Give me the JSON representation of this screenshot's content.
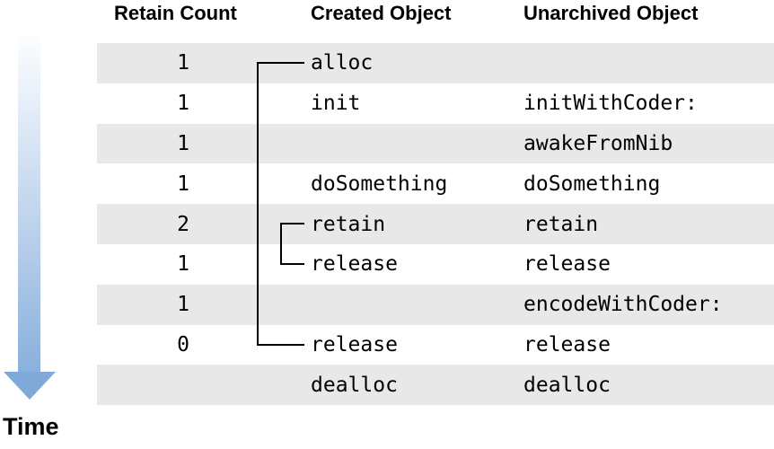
{
  "table": {
    "columns": [
      "Retain Count",
      "Created Object",
      "Unarchived Object"
    ],
    "rows": [
      {
        "retain_count": "1",
        "created": "alloc",
        "unarchived": ""
      },
      {
        "retain_count": "1",
        "created": "init",
        "unarchived": "initWithCoder:"
      },
      {
        "retain_count": "1",
        "created": "",
        "unarchived": "awakeFromNib"
      },
      {
        "retain_count": "1",
        "created": "doSomething",
        "unarchived": "doSomething"
      },
      {
        "retain_count": "2",
        "created": "retain",
        "unarchived": "retain"
      },
      {
        "retain_count": "1",
        "created": "release",
        "unarchived": "release"
      },
      {
        "retain_count": "1",
        "created": "",
        "unarchived": "encodeWithCoder:"
      },
      {
        "retain_count": "0",
        "created": "release",
        "unarchived": "release"
      },
      {
        "retain_count": "",
        "created": "dealloc",
        "unarchived": "dealloc"
      }
    ]
  },
  "brackets": {
    "outer_pair": "alloc-release",
    "inner_pair": "retain-release"
  },
  "time_label": "Time",
  "colors": {
    "row_stripe": "#e8e8e8",
    "bracket_line": "#000000",
    "arrow_gradient_top": "#fdfeff",
    "arrow_gradient_bottom": "#8ab0dd",
    "arrow_head": "#7fa9d8",
    "text": "#000000"
  }
}
